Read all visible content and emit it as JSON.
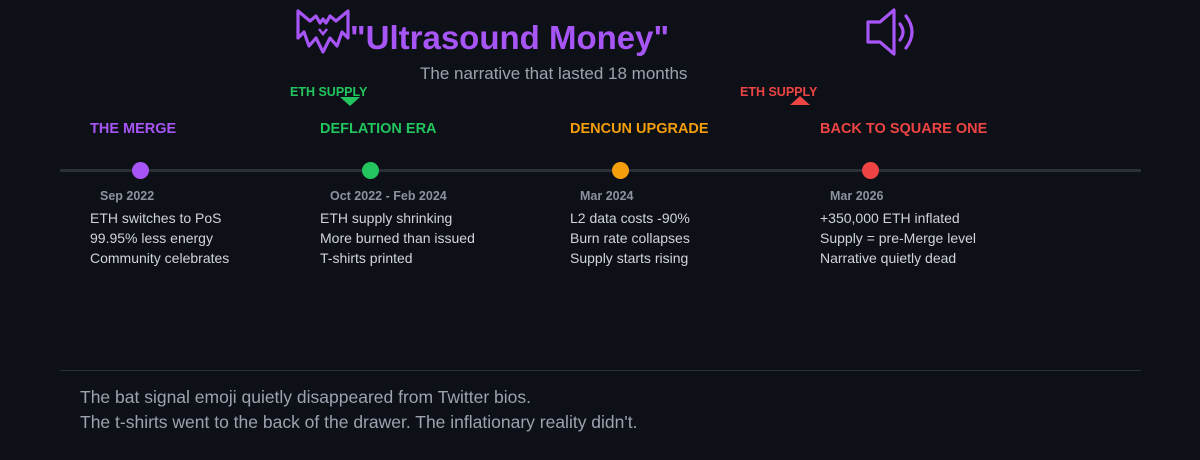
{
  "header": {
    "title": "\"Ultrasound Money\"",
    "subtitle": "The narrative that lasted 18 months",
    "left_icon": "bat-icon",
    "right_icon": "speaker-icon"
  },
  "supply_indicators": [
    {
      "label": "ETH SUPPLY",
      "direction": "down",
      "color": "#22c55e"
    },
    {
      "label": "ETH SUPPLY",
      "direction": "up",
      "color": "#ef4444"
    }
  ],
  "events": [
    {
      "title": "THE MERGE",
      "date": "Sep 2022",
      "color": "#a855f7",
      "lines": [
        "ETH switches to PoS",
        "99.95% less energy",
        "Community celebrates"
      ]
    },
    {
      "title": "DEFLATION ERA",
      "date": "Oct 2022 - Feb 2024",
      "color": "#22c55e",
      "lines": [
        "ETH supply shrinking",
        "More burned than issued",
        "T-shirts printed"
      ]
    },
    {
      "title": "DENCUN UPGRADE",
      "date": "Mar 2024",
      "color": "#f59e0b",
      "lines": [
        "L2 data costs -90%",
        "Burn rate collapses",
        "Supply starts rising"
      ]
    },
    {
      "title": "BACK TO SQUARE ONE",
      "date": "Mar 2026",
      "color": "#ef4444",
      "lines": [
        "+350,000 ETH inflated",
        "Supply = pre-Merge level",
        "Narrative quietly dead"
      ]
    }
  ],
  "footer": {
    "line1": "The bat signal emoji quietly disappeared from Twitter bios.",
    "line2": "The t-shirts went to the back of the drawer. The inflationary reality didn't."
  }
}
